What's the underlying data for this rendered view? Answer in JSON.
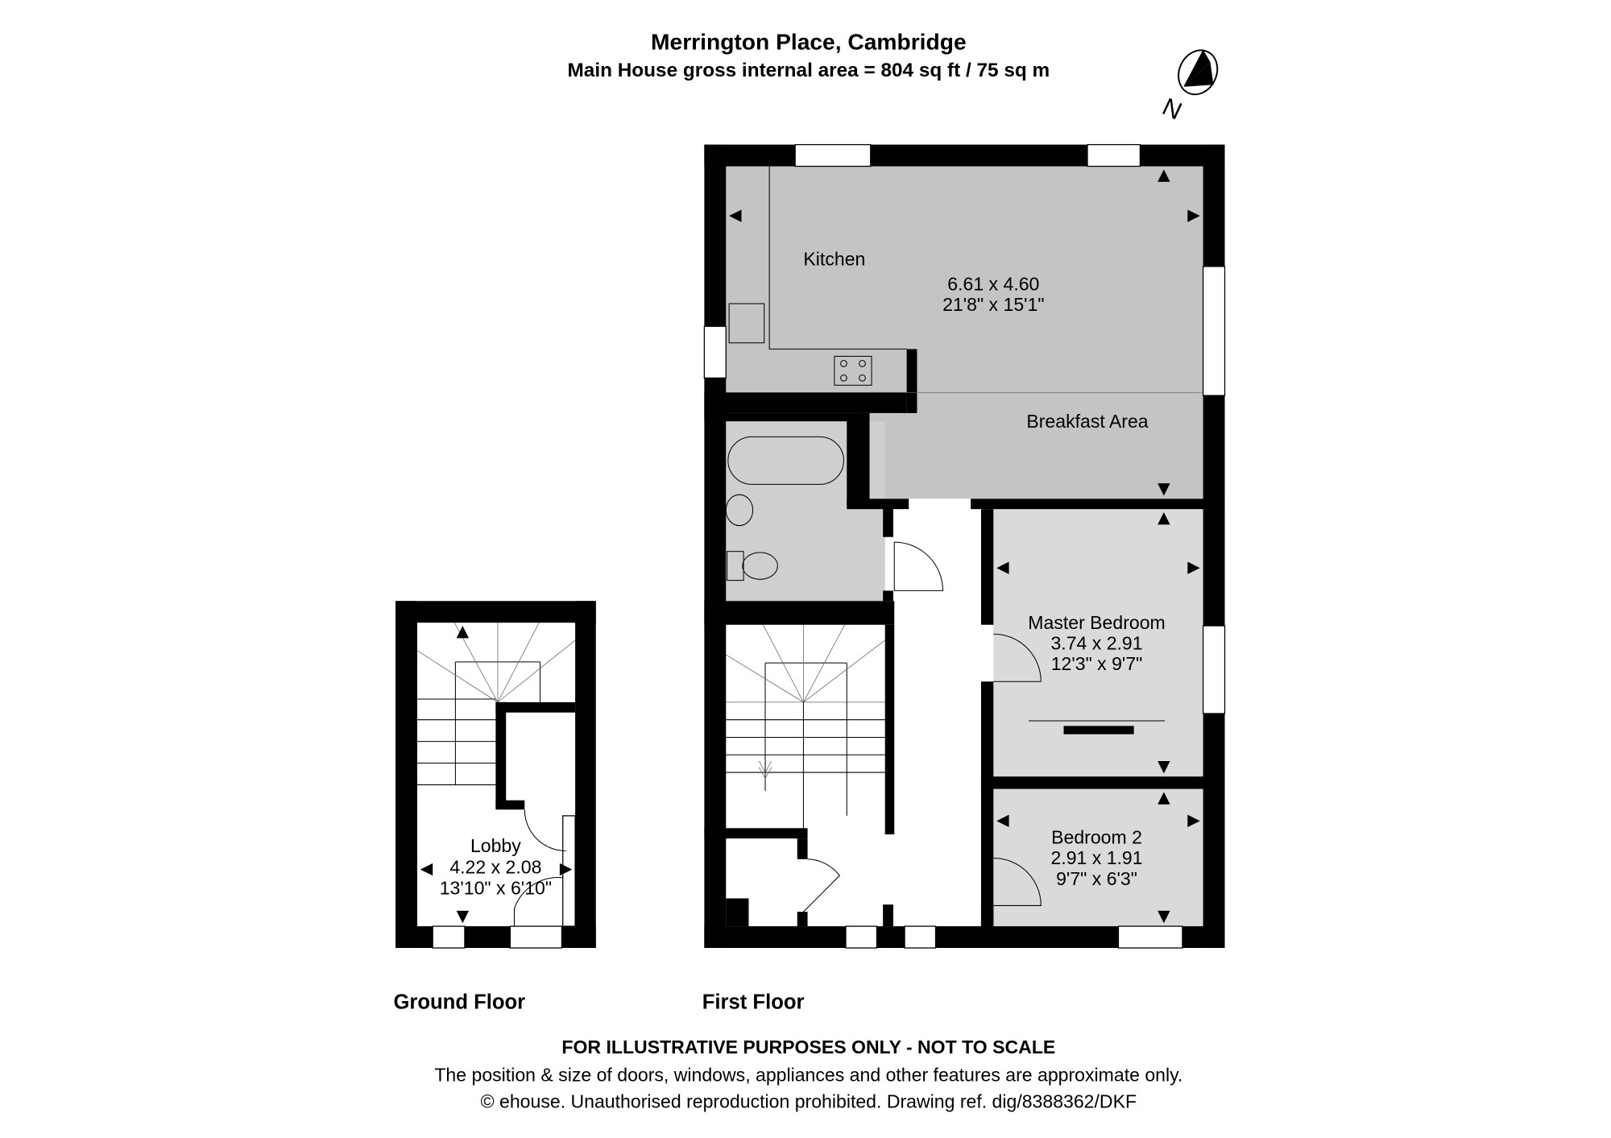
{
  "header": {
    "title": "Merrington Place, Cambridge",
    "subtitle": "Main House gross internal area = 804 sq ft / 75 sq m",
    "compass_label": "N"
  },
  "floors": {
    "ground": {
      "label": "Ground Floor",
      "rooms": [
        {
          "name": "Lobby",
          "metric": "4.22 x 2.08",
          "imperial": "13'10\" x 6'10\""
        }
      ]
    },
    "first": {
      "label": "First Floor",
      "rooms": [
        {
          "name": "Kitchen",
          "metric": "6.61 x 4.60",
          "imperial": "21'8\" x 15'1\""
        },
        {
          "name": "Breakfast Area"
        },
        {
          "name": "Master Bedroom",
          "metric": "3.74 x 2.91",
          "imperial": "12'3\" x 9'7\""
        },
        {
          "name": "Bedroom 2",
          "metric": "2.91 x 1.91",
          "imperial": "9'7\" x 6'3\""
        }
      ]
    }
  },
  "footer": {
    "disclaimer": "FOR ILLUSTRATIVE PURPOSES ONLY - NOT TO SCALE",
    "note": "The position & size of doors, windows, appliances and other features are approximate only.",
    "copyright": "© ehouse. Unauthorised reproduction prohibited. Drawing ref. dig/8388362/DKF"
  },
  "colors": {
    "living_fill": "#c4c4c4",
    "bedroom_fill": "#dadada",
    "wall": "#000000"
  }
}
